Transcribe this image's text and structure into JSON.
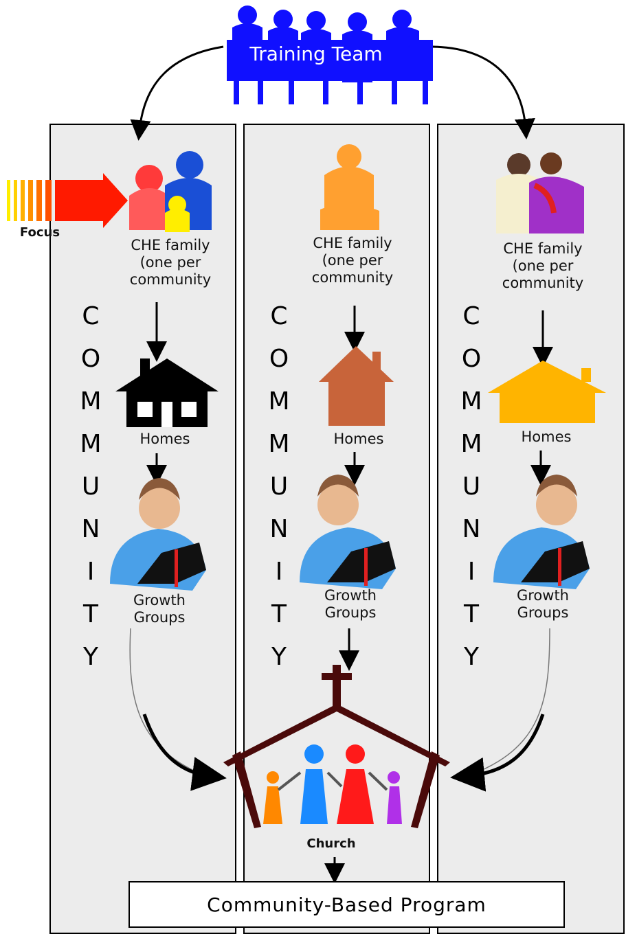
{
  "title": "Training Team",
  "focus_label": "Focus",
  "columns": [
    {
      "family": "CHE family (one per community",
      "homes": "Homes",
      "growth": "Growth Groups",
      "vertical": [
        "C",
        "O",
        "M",
        "M",
        "U",
        "N",
        "I",
        "T",
        "Y"
      ]
    },
    {
      "family": "CHE family (one per community",
      "homes": "Homes",
      "growth": "Growth Groups",
      "vertical": [
        "C",
        "O",
        "M",
        "M",
        "U",
        "N",
        "I",
        "T",
        "Y"
      ]
    },
    {
      "family": "CHE family (one per community",
      "homes": "Homes",
      "growth": "Growth Groups",
      "vertical": [
        "C",
        "O",
        "M",
        "M",
        "U",
        "N",
        "I",
        "T",
        "Y"
      ]
    }
  ],
  "church_label": "Church",
  "program_label": "Community-Based Program",
  "colors": {
    "team": "#1010ff",
    "house_black": "#000000",
    "house_rust": "#c8643a",
    "house_gold": "#ffb400",
    "church_frame": "#4a0a0a"
  }
}
